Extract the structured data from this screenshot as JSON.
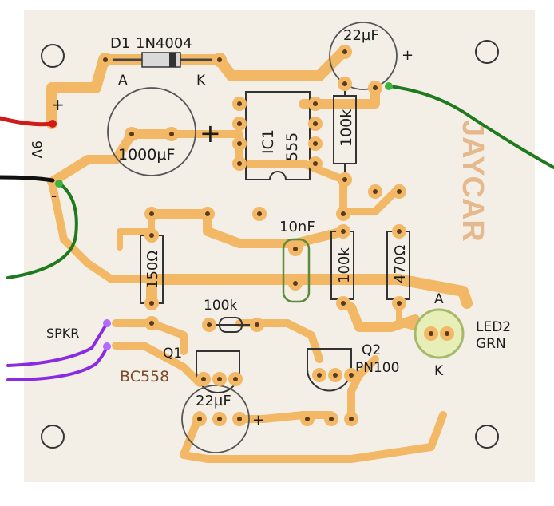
{
  "board": {
    "substrate_color": "#f4efe6",
    "track_color": "#f2b866",
    "pad_color": "#f2b866",
    "hole_color": "#5a3a1c",
    "wire_colors": {
      "positive": "#d11a1a",
      "negative": "#111111",
      "speaker": "#8a2be2",
      "led": "#1f7a1f"
    }
  },
  "components": {
    "d1": {
      "ref": "D1",
      "value": "1N4004",
      "anode": "A",
      "cathode": "K"
    },
    "c_22uf_top": {
      "value": "22µF",
      "polarity": "+"
    },
    "c_1000uf": {
      "value": "1000µF",
      "polarity": "+"
    },
    "ic1": {
      "ref": "IC1",
      "value": "555"
    },
    "r_100k_top": {
      "value": "100k"
    },
    "c_10nf": {
      "value": "10nF"
    },
    "r_150": {
      "value": "150Ω"
    },
    "r_100k_mid": {
      "value": "100k"
    },
    "r_470": {
      "value": "470Ω"
    },
    "r_100k_small": {
      "value": "100k"
    },
    "q1": {
      "ref": "Q1",
      "value": "BC558"
    },
    "q2": {
      "ref": "Q2",
      "value": "PN100"
    },
    "c_22uf_bottom": {
      "value": "22µF",
      "polarity": "+"
    },
    "led2": {
      "ref": "LED2",
      "color": "GRN",
      "anode": "A",
      "cathode": "K"
    }
  },
  "connections": {
    "power_plus": "+",
    "power_label": "9V",
    "power_minus": "-",
    "speaker": "SPKR"
  }
}
